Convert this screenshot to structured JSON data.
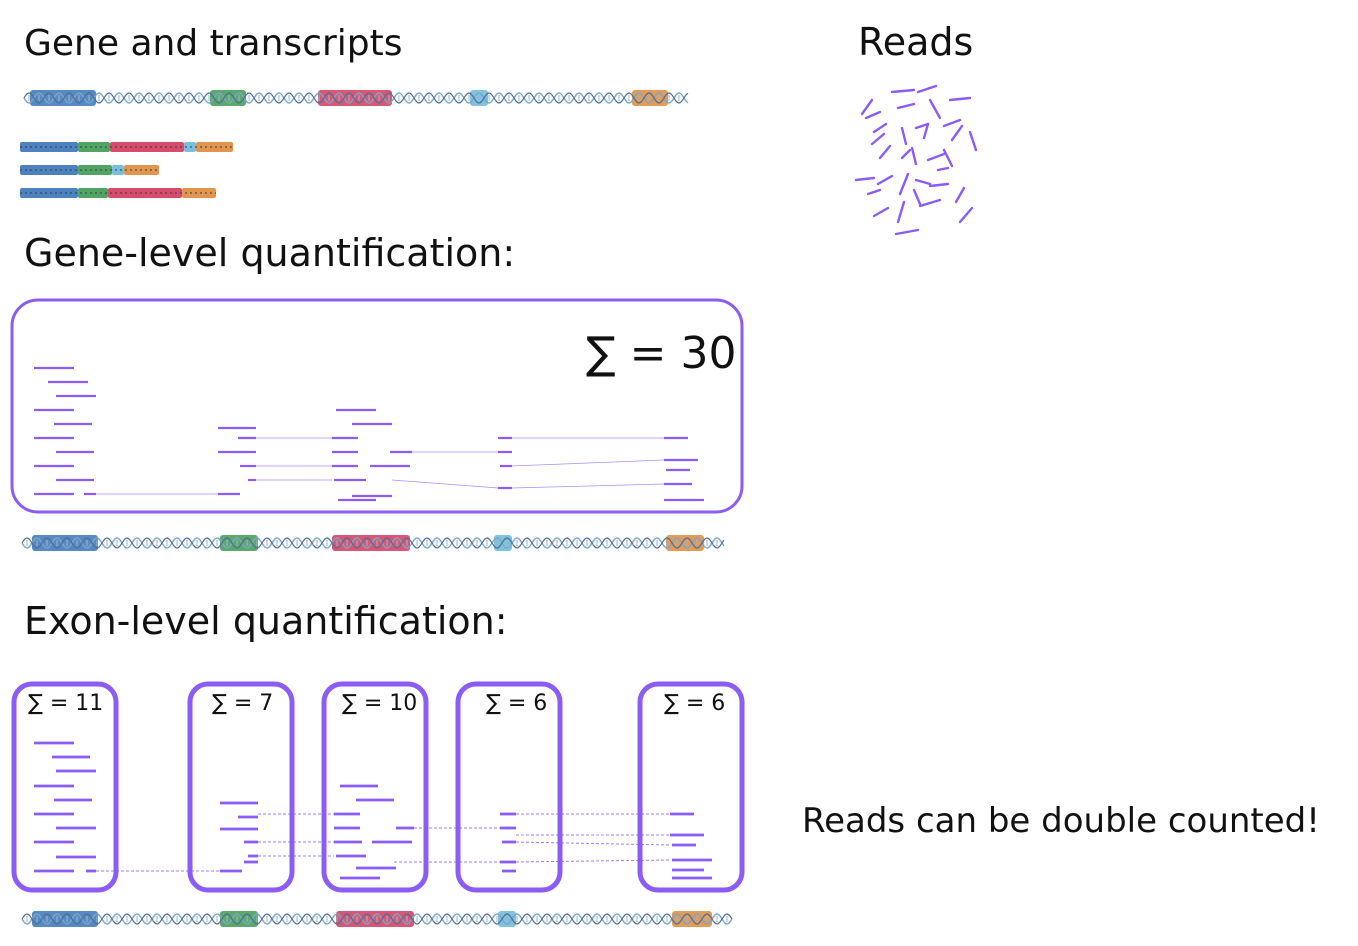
{
  "titles": {
    "gene_and_transcripts": "Gene and transcripts",
    "reads": "Reads",
    "gene_level": "Gene-level quantification:",
    "exon_level": "Exon-level quantification:",
    "note": "Reads can be double counted!"
  },
  "gene_level": {
    "sum_label": "∑ = 30",
    "total": 30
  },
  "exon_level": [
    {
      "exon": 1,
      "sum_label": "∑ = 11",
      "count": 11
    },
    {
      "exon": 2,
      "sum_label": "∑ = 7",
      "count": 7
    },
    {
      "exon": 3,
      "sum_label": "∑ = 10",
      "count": 10
    },
    {
      "exon": 4,
      "sum_label": "∑ = 6",
      "count": 6
    },
    {
      "exon": 5,
      "sum_label": "∑ = 6",
      "count": 6
    }
  ],
  "colors": {
    "read": "#8B5CF6",
    "box": "#8B5CF6",
    "dna_strand": "#7aa6c8",
    "exon_1": "#3a74b8",
    "exon_2": "#3f9a52",
    "exon_3": "#d23a5c",
    "exon_4": "#6ab8d8",
    "exon_5": "#de8a3a"
  }
}
